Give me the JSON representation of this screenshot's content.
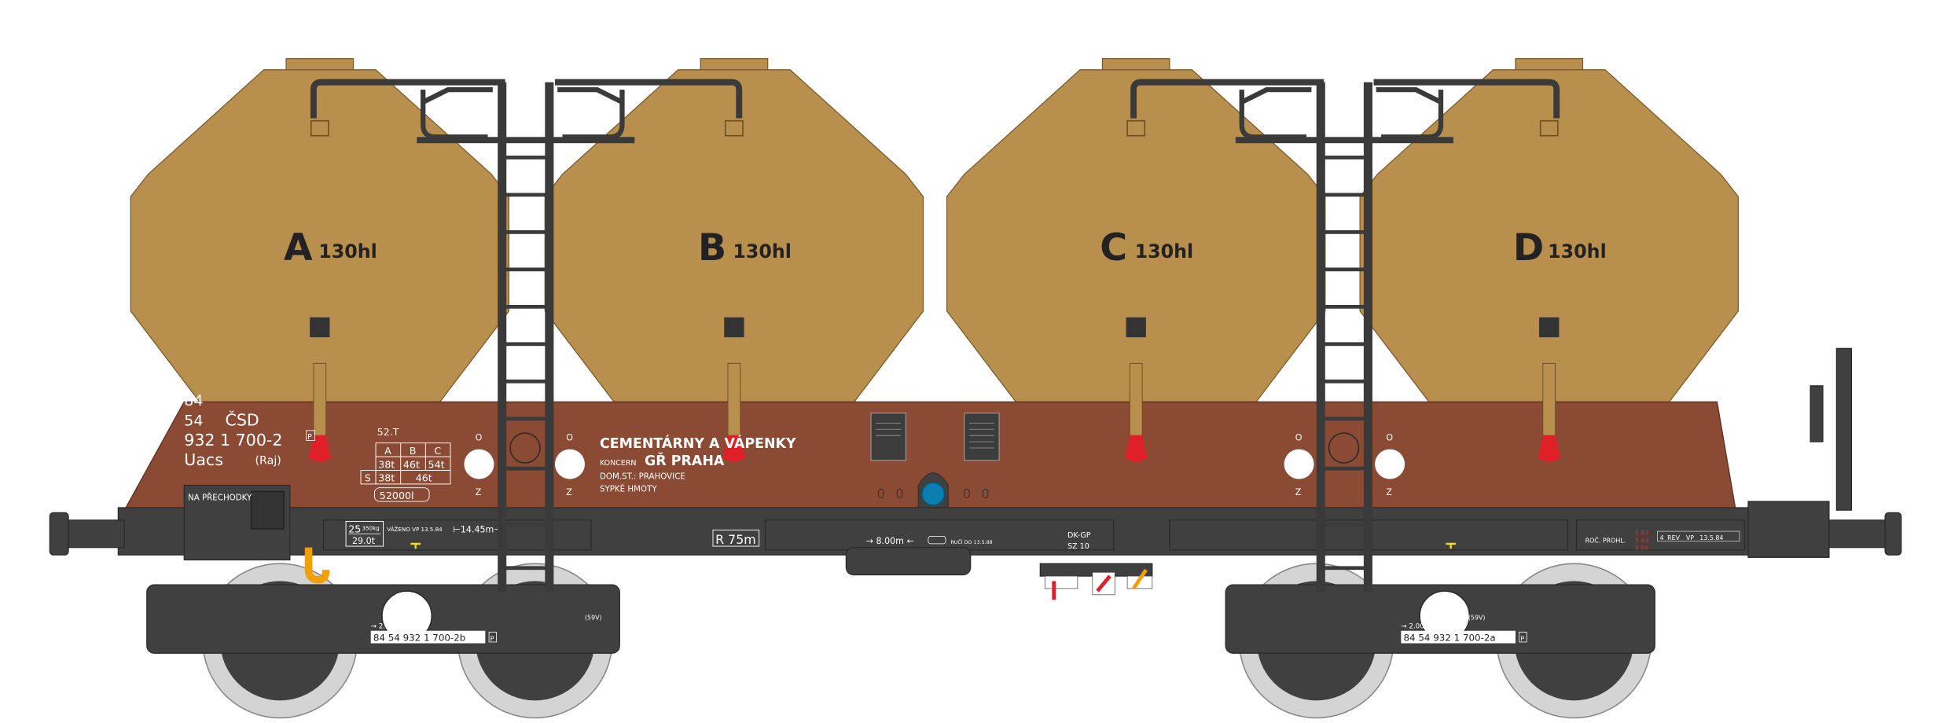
{
  "colors": {
    "hopper": "#B98F4E",
    "body": "#8B4A33",
    "frame": "#404040",
    "nozzle": "#E02028",
    "valve": "#0B7FB0",
    "hook": "#F2A007",
    "marker": "#F5E100"
  },
  "hoppers": [
    {
      "letter": "A",
      "volume": "130hl"
    },
    {
      "letter": "B",
      "volume": "130hl"
    },
    {
      "letter": "C",
      "volume": "130hl"
    },
    {
      "letter": "D",
      "volume": "130hl"
    }
  ],
  "wagon_id": {
    "line1": "84",
    "line2_num": "54",
    "line2_owner": "ČSD",
    "number": "932 1 700-2",
    "p_mark": "P",
    "class": "Uacs",
    "class_suffix": "(Raj)"
  },
  "na_prechodky": "NA PŘECHODKY",
  "load_table": {
    "top": "52.T",
    "headers": [
      "A",
      "B",
      "C"
    ],
    "row1": [
      "38t",
      "46t",
      "54t"
    ],
    "row2_label": "S",
    "row2": [
      "38t",
      "46t"
    ],
    "volume": "52000l"
  },
  "valve_labels": {
    "open": "O",
    "close": "Z"
  },
  "owner": {
    "line1": "CEMENTÁRNY A VÁPENKY",
    "line2_small": "KONCERN",
    "line2_big": "GŘ PRAHA",
    "line3": "DOM.ST.:  PRAHOVICE",
    "line4": "SYPKÉ HMOTY"
  },
  "underframe": {
    "tare_top": "25",
    "tare_top_small": "350kg",
    "tare_bottom": "29.0t",
    "weighed": "VÁŽENO VP 13.5.84",
    "length": "⊢14.45m⊣",
    "radius": "R 75m",
    "bogie_dist": "→ 8.00m ←",
    "guarantee": "RUČÍ DO 13.5.88",
    "brake_line1": "DK-GP",
    "brake_line2": "SZ  10",
    "revision_label": "ROČ. PROHL.",
    "revision_years": [
      "5.83",
      "5.84",
      "5.85"
    ],
    "rev_box": [
      "4",
      "REV",
      "VP",
      "13.5.84"
    ]
  },
  "bogies": [
    {
      "spacing": "→ 2.00m ←",
      "number": "84 54 932 1 700-2b",
      "p_mark": "P",
      "type": "(59V)"
    },
    {
      "spacing": "→ 2.00m ←",
      "number": "84 54 932 1 700-2a",
      "p_mark": "P",
      "type": "(59V)"
    }
  ]
}
